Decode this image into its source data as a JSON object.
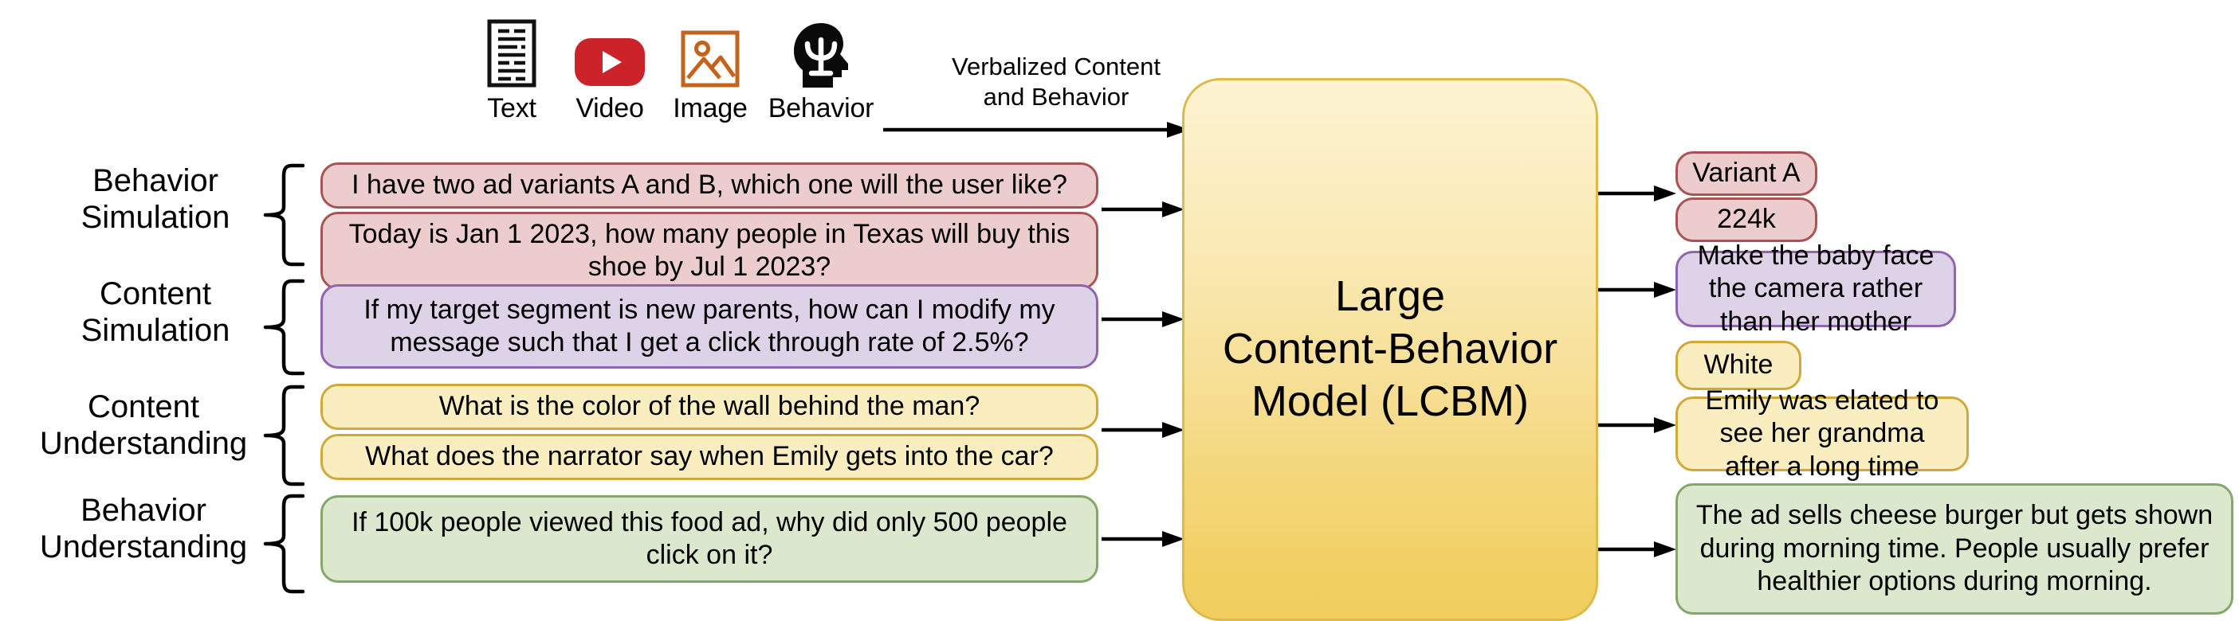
{
  "modalities": [
    {
      "icon": "text-document-icon",
      "label": "Text"
    },
    {
      "icon": "youtube-video-icon",
      "label": "Video"
    },
    {
      "icon": "image-picture-icon",
      "label": "Image"
    },
    {
      "icon": "behavior-head-psi-icon",
      "label": "Behavior"
    }
  ],
  "verbalized_arrow": {
    "line1": "Verbalized Content",
    "line2": "and Behavior"
  },
  "model": {
    "title": "Large\nContent-Behavior\nModel (LCBM)"
  },
  "tasks": [
    {
      "name": "behavior-simulation",
      "label_line1": "Behavior",
      "label_line2": "Simulation",
      "color": "#eccccc",
      "border": "#a85454",
      "inputs": [
        "I have two ad variants A and B, which one will the user like?",
        "Today is Jan 1 2023, how many people in Texas will buy this shoe by Jul 1 2023?"
      ],
      "outputs": [
        "Variant A",
        "224k"
      ]
    },
    {
      "name": "content-simulation",
      "label_line1": "Content",
      "label_line2": "Simulation",
      "color": "#ddd2e8",
      "border": "#9064b0",
      "inputs": [
        "If my target segment is new parents, how can I modify my message such that I get a click through rate of 2.5%?"
      ],
      "outputs": [
        "Make the baby face the camera rather than her mother"
      ]
    },
    {
      "name": "content-understanding",
      "label_line1": "Content",
      "label_line2": "Understanding",
      "color": "#faeec1",
      "border": "#cfa93a",
      "inputs": [
        "What is the color of the wall behind the man?",
        "What does the narrator say when Emily gets into the car?"
      ],
      "outputs": [
        "White",
        "Emily was elated to see her grandma after a long time"
      ]
    },
    {
      "name": "behavior-understanding",
      "label_line1": "Behavior",
      "label_line2": "Understanding",
      "color": "#dbe8cd",
      "border": "#85a86a",
      "inputs": [
        "If 100k people viewed this food ad, why did only 500 people click on it?"
      ],
      "outputs": [
        "The ad sells cheese burger but gets shown during morning time. People usually prefer healthier options during morning."
      ]
    }
  ],
  "colors": {
    "pink_fill": "#eccccc",
    "pink_border": "#a85454",
    "purple_fill": "#ddd2e8",
    "purple_border": "#9064b0",
    "yellow_fill": "#faeec1",
    "yellow_border": "#cfa93a",
    "green_fill": "#dbe8cd",
    "green_border": "#85a86a",
    "lcbm_fill_top": "#fdf3d2",
    "lcbm_fill_bottom": "#f0cd5c",
    "lcbm_border": "#dcbb4e",
    "youtube_red": "#cc2229",
    "image_orange": "#c3631c",
    "ink": "#000000"
  }
}
